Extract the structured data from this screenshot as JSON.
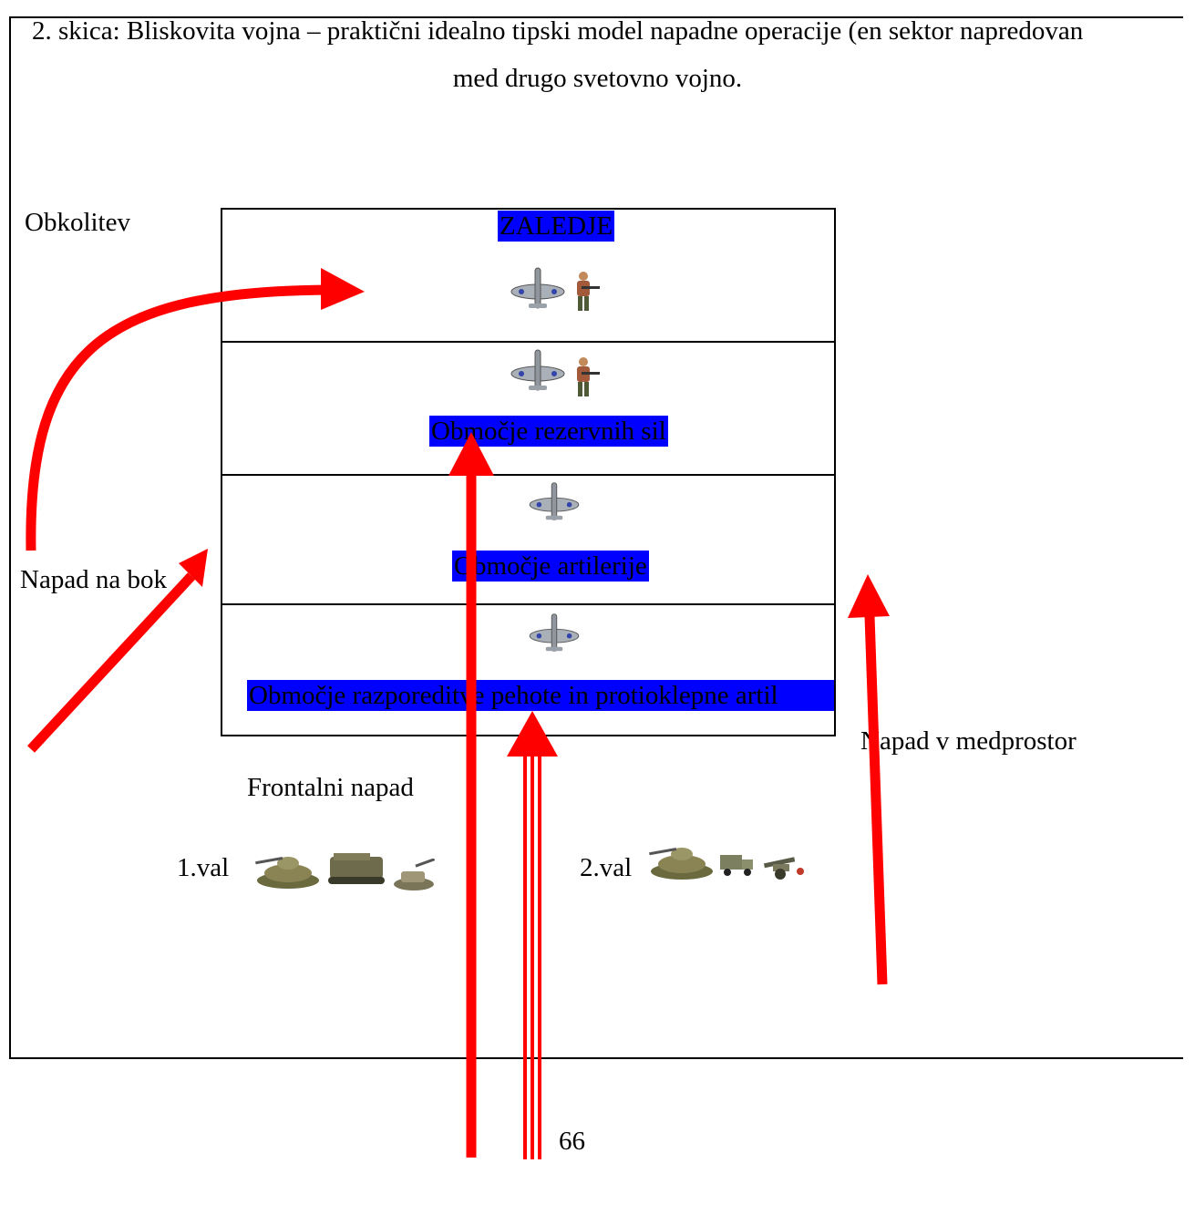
{
  "caption": {
    "line1": "2. skica: Bliskovita vojna – praktični idealno tipski model napadne operacije (en sektor napredovan",
    "line2": "med drugo svetovno vojno."
  },
  "zones": {
    "rear": "ZALEDJE",
    "reserve": "Območje rezervnih sil",
    "artillery": "Območje artilerije",
    "infantry": "Območje razporeditve pehote in protioklepne artil"
  },
  "labels": {
    "encirclement": "Obkolitev",
    "flank_attack": "Napad na bok",
    "gap_attack": "Napad v medprostor",
    "frontal_attack": "Frontalni napad",
    "wave1": "1.val",
    "wave2": "2.val"
  },
  "page_number": "66",
  "colors": {
    "arrow": "#ff0000",
    "zone_highlight": "#0000ff"
  },
  "icons": {
    "aircraft": "fighter-plane-icon",
    "soldier": "soldier-icon",
    "tank": "tank-icon",
    "apc": "armored-carrier-icon",
    "sp_gun": "self-propelled-gun-icon",
    "truck": "truck-icon",
    "cannon": "field-gun-icon"
  }
}
